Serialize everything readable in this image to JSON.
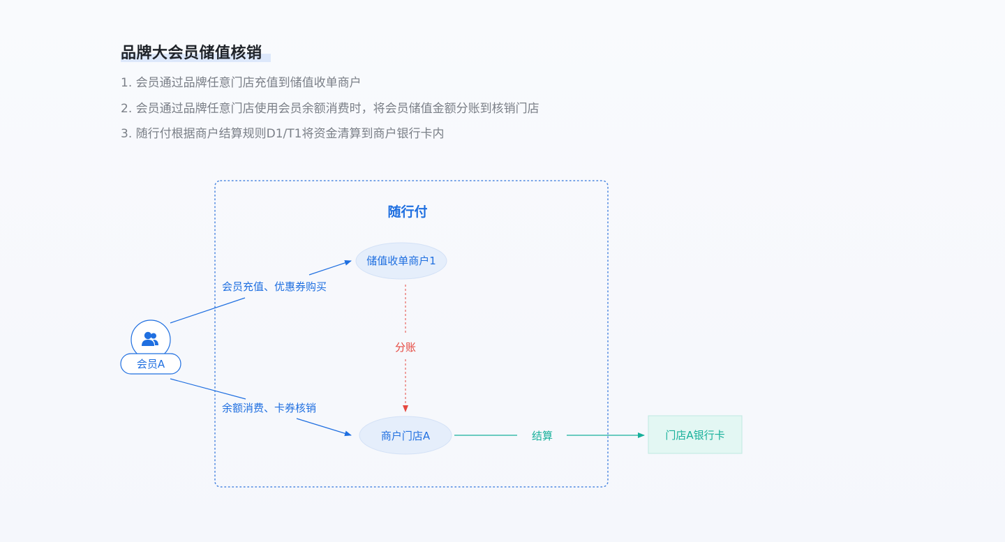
{
  "title": "品牌大会员储值核销",
  "steps": [
    "1. 会员通过品牌任意门店充值到储值收单商户",
    "2. 会员通过品牌任意门店使用会员余额消费时，将会员储值金额分账到核销门店",
    "3. 随行付根据商户结算规则D1/T1将资金清算到商户银行卡内"
  ],
  "diagram": {
    "container_label": "随行付",
    "member_label": "会员A",
    "member_icon": "users-icon",
    "node_merchant": "储值收单商户1",
    "node_store": "商户门店A",
    "node_bank": "门店A银行卡",
    "edge_recharge": "会员充值、优惠券购买",
    "edge_consume": "余额消费、卡券核销",
    "edge_split": "分账",
    "edge_settle": "结算",
    "colors": {
      "blue": "#1f6fe0",
      "red": "#e5483f",
      "green": "#17b09a",
      "node_fill": "#e5eefb",
      "bank_fill": "#e3f7f3"
    }
  }
}
